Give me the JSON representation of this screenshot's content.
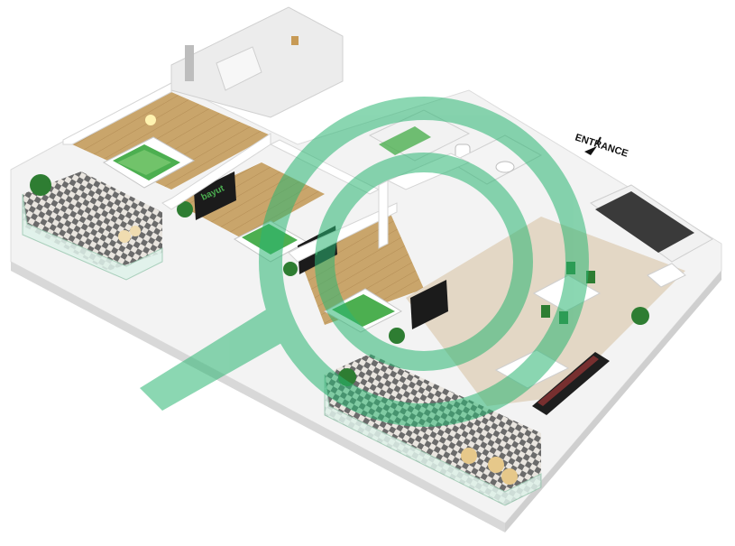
{
  "plan": {
    "entrance_label": "ENTRANCE",
    "tv_brand": "bayut",
    "watermark": {
      "name": "bayut-magnifier-logo",
      "color": "#2bb673"
    },
    "colors": {
      "wall_top": "#ffffff",
      "wall_side": "#e6e6e6",
      "wood_floor": "#c9a56b",
      "living_floor": "#e3d7c5",
      "bed_green": "#4caf50",
      "balcony_tile_dark": "#6b6b6b",
      "glass": "#dff2ea",
      "kitchen_counter": "#3a3a3a",
      "sofa": "#1e1e1e",
      "plant": "#2e7d32"
    }
  }
}
